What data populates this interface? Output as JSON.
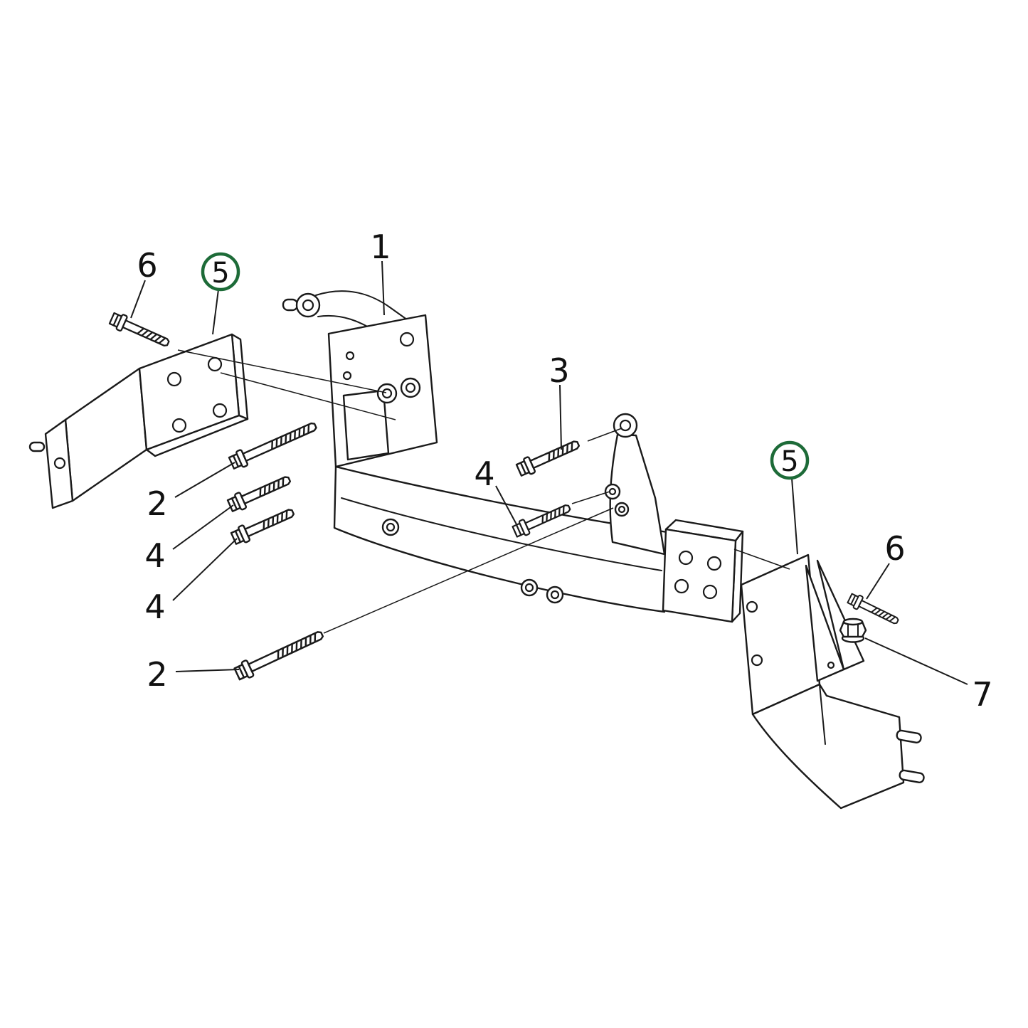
{
  "diagram": {
    "type": "exploded-parts-diagram",
    "background_color": "#ffffff",
    "line_color": "#1a1a1a",
    "highlight_color": "#1d6b38",
    "callouts": {
      "main_bracket": "1",
      "long_bolt_upper": "2",
      "long_bolt_lower": "2",
      "bolt_3": "3",
      "bolt_4_left_upper": "4",
      "bolt_4_left_lower": "4",
      "bolt_4_center": "4",
      "mount_bracket_left": "5",
      "mount_bracket_right": "5",
      "flange_bolt_left": "6",
      "flange_bolt_right": "6",
      "flange_nut": "7"
    }
  }
}
